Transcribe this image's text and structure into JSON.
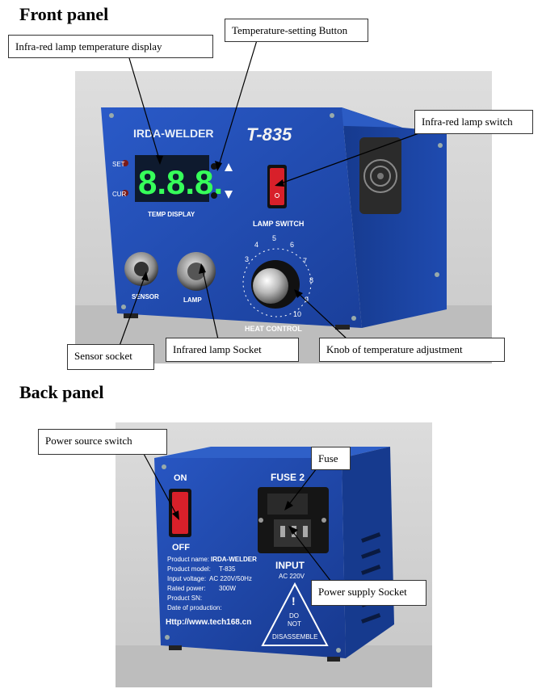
{
  "front": {
    "title": "Front panel",
    "device": {
      "brand": "IRDA-WELDER",
      "model_logo": "T-835",
      "set_label": "SET",
      "cur_label": "CUR",
      "display_digits": "8.8.8.",
      "temp_display_label": "TEMP DISPLAY",
      "lamp_switch_label": "LAMP SWITCH",
      "sensor_label": "SENSOR",
      "lamp_label": "LAMP",
      "heat_control_label": "HEAT CONTROL",
      "dial_numbers": [
        "3",
        "4",
        "5",
        "6",
        "7",
        "8",
        "9",
        "10"
      ]
    },
    "callouts": {
      "display": "Infra-red lamp temperature display",
      "button": "Temperature-setting Button",
      "switch": "Infra-red lamp switch",
      "sensor": "Sensor socket",
      "lamp_socket": "Infrared lamp Socket",
      "knob": "Knob of temperature adjustment"
    }
  },
  "back": {
    "title": "Back panel",
    "device": {
      "on_label": "ON",
      "off_label": "OFF",
      "fuse_label": "FUSE 2",
      "input_label": "INPUT",
      "input_voltage": "AC 220V",
      "nameplate": {
        "product_name_label": "Product name:",
        "product_name_value": "IRDA-WELDER",
        "product_model_label": "Product model:",
        "product_model_value": "T-835",
        "input_voltage_label": "Input voltage:",
        "input_voltage_value": "AC 220V/50Hz",
        "rated_power_label": "Rated power:",
        "rated_power_value": "300W",
        "product_sn_label": "Product SN:",
        "date_label": "Date of production:",
        "url": "Http://www.tech168.cn"
      },
      "warning": {
        "line1": "DO",
        "line2": "NOT",
        "line3": "DISASSEMBLE"
      }
    },
    "callouts": {
      "power_switch": "Power source switch",
      "fuse": "Fuse",
      "power_socket": "Power supply Socket"
    }
  },
  "colors": {
    "panel_blue": "#1d45a8",
    "panel_dark": "#12307a",
    "display_green": "#36ff5a",
    "switch_red": "#d8202a",
    "wall": "#d2d2d2"
  }
}
